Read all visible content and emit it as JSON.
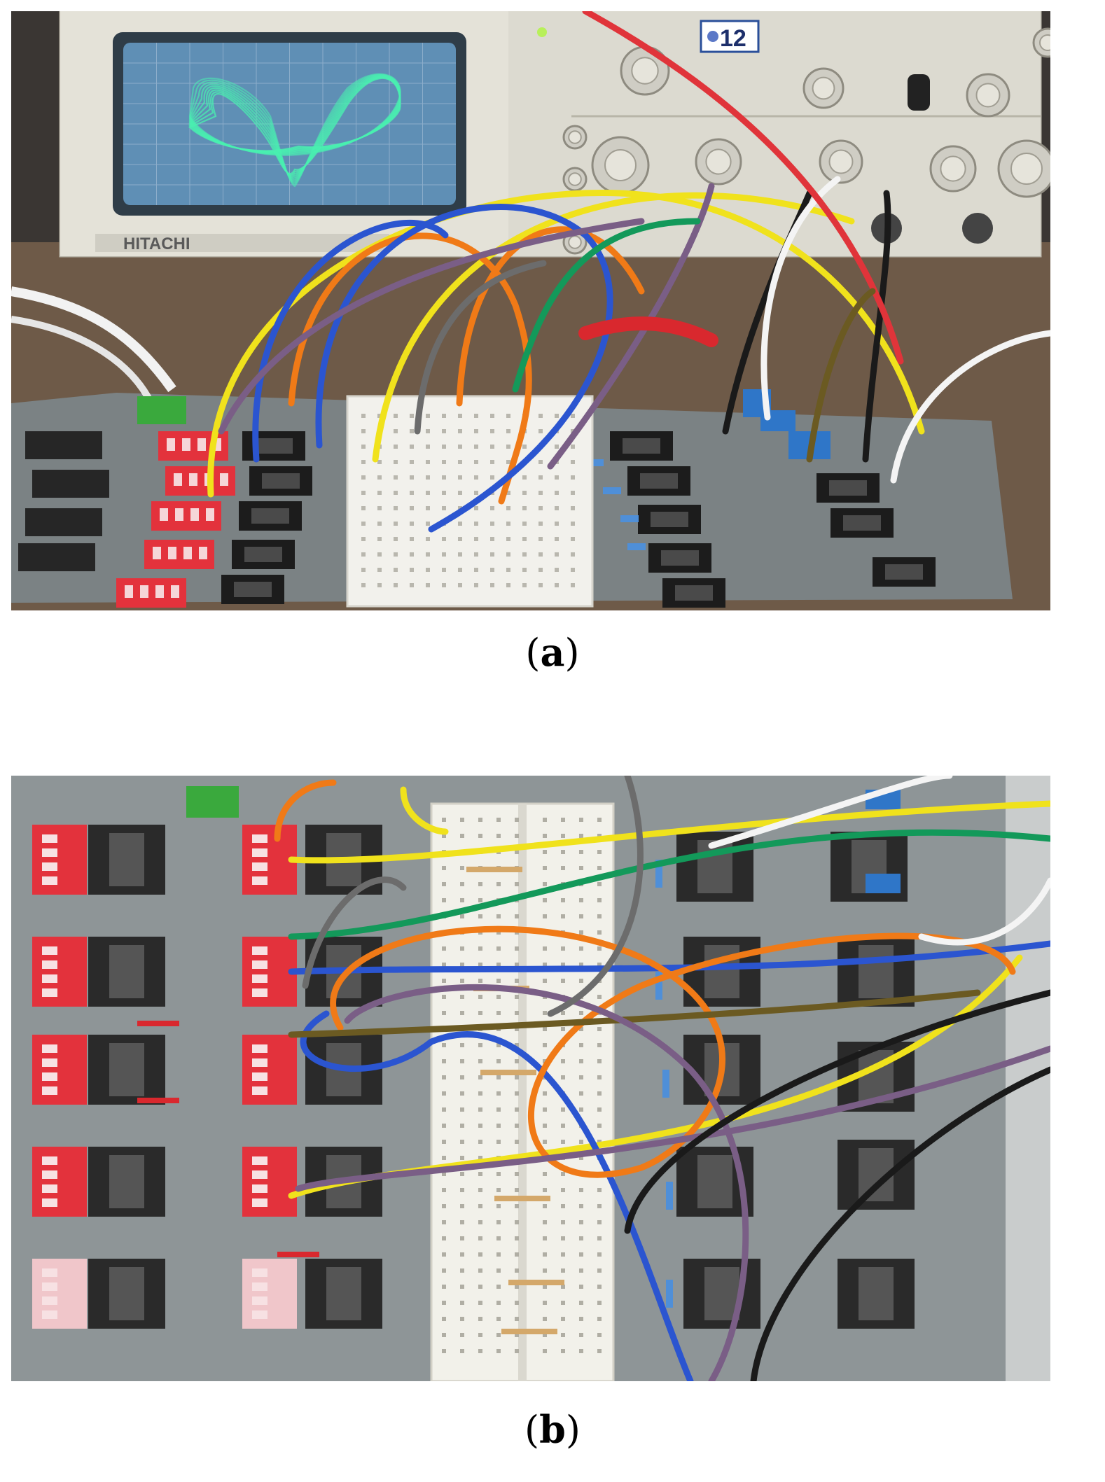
{
  "figure": {
    "panel_a": {
      "caption_open": "(",
      "caption_letter": "a",
      "caption_close": ")",
      "oscilloscope_brand": "HITACHI",
      "badge_number": "12",
      "trace_color": "#49f0b0",
      "screen_color": "#5f8fb5",
      "board_color": "#7b8284"
    },
    "panel_b": {
      "caption_open": "(",
      "caption_letter": "b",
      "caption_close": ")",
      "board_color": "#8e9597"
    },
    "wire_colors": {
      "yellow": "#f0e21c",
      "orange": "#f07a17",
      "blue": "#2b55d0",
      "green": "#13995a",
      "purple": "#7a5e86",
      "black": "#1a1a1a",
      "white": "#f4f4f4",
      "brown": "#6b5a22",
      "gray": "#6c6c6c",
      "red": "#e0343a"
    },
    "dip_switch_color": "#e3323c"
  }
}
